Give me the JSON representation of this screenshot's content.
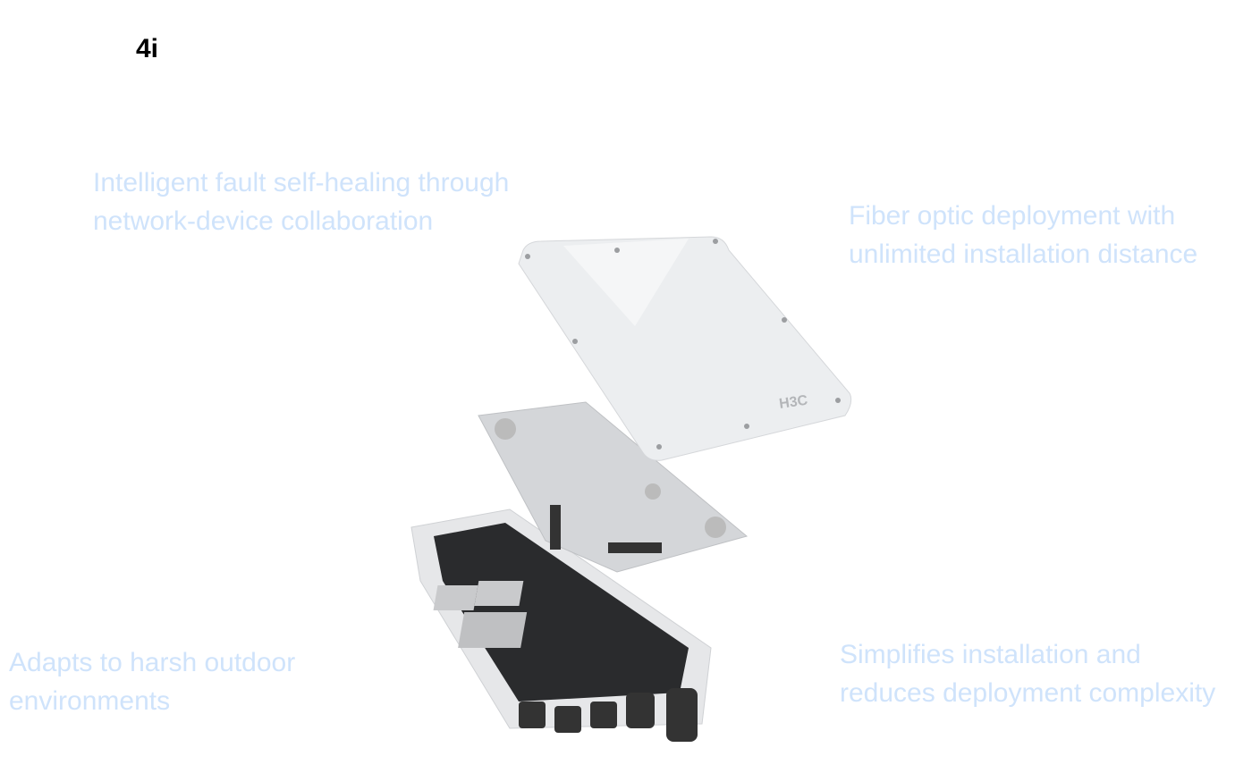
{
  "badge": "4i",
  "features": [
    {
      "line1": "Intelligent fault self-healing through",
      "line2": "network-device collaboration"
    },
    {
      "line1": "Fiber optic deployment with",
      "line2": "unlimited installation distance"
    },
    {
      "line1": "Adapts to harsh outdoor",
      "line2": "environments"
    },
    {
      "line1": "Simplifies installation and",
      "line2": "reduces deployment complexity"
    }
  ],
  "device": {
    "brand": "H3C"
  }
}
